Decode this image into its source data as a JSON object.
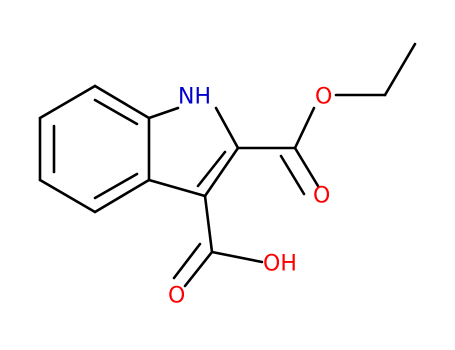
{
  "colors": {
    "carbon_bond": "#000000",
    "oxygen": "#ff0000",
    "nitrogen": "#0000cd"
  },
  "atoms": {
    "nh": "NH",
    "o_ester": "O",
    "o_ester_carbonyl": "O",
    "oh": "OH",
    "o_acid_carbonyl": "O"
  }
}
